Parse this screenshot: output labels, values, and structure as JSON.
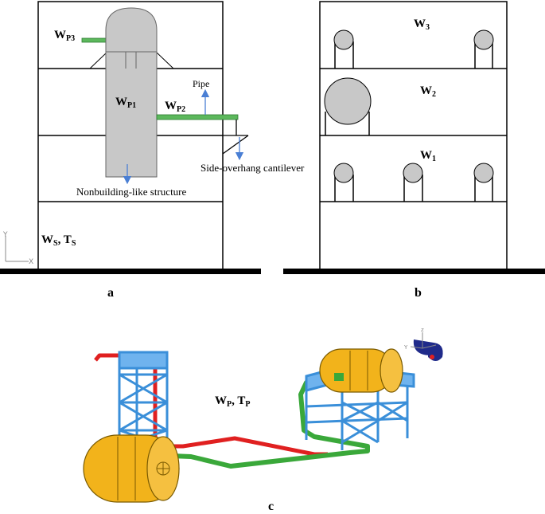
{
  "panel_a": {
    "label": "a",
    "w_p3": {
      "base": "W",
      "sub": "P3"
    },
    "w_p1": {
      "base": "W",
      "sub": "P1"
    },
    "w_p2": {
      "base": "W",
      "sub": "P2"
    },
    "w_s": {
      "base": "W",
      "sub": "S"
    },
    "w_s_sep": ", ",
    "t_s": {
      "base": "T",
      "sub": "S"
    },
    "pipe": "Pipe",
    "side_overhang": "Side-overhang cantilever",
    "nonbuilding": "Nonbuilding-like structure",
    "axis_y": "Y",
    "axis_x": "X"
  },
  "panel_b": {
    "label": "b",
    "w3": {
      "base": "W",
      "sub": "3"
    },
    "w2": {
      "base": "W",
      "sub": "2"
    },
    "w1": {
      "base": "W",
      "sub": "1"
    }
  },
  "panel_c": {
    "label": "c",
    "w_p": {
      "base": "W",
      "sub": "P"
    },
    "sep": ", ",
    "t_p": {
      "base": "T",
      "sub": "P"
    },
    "triad_z": "z",
    "triad_y": "Y"
  },
  "colors": {
    "tank_grey": "#c8c8c8",
    "pipe_green": "#5cb85c",
    "arrow_blue": "#4a7fd4",
    "steel_blue": "#3a8fd9",
    "vessel_yellow": "#f2b31b",
    "pipe_red": "#e02020",
    "pipe_green_3d": "#3aa83a"
  }
}
